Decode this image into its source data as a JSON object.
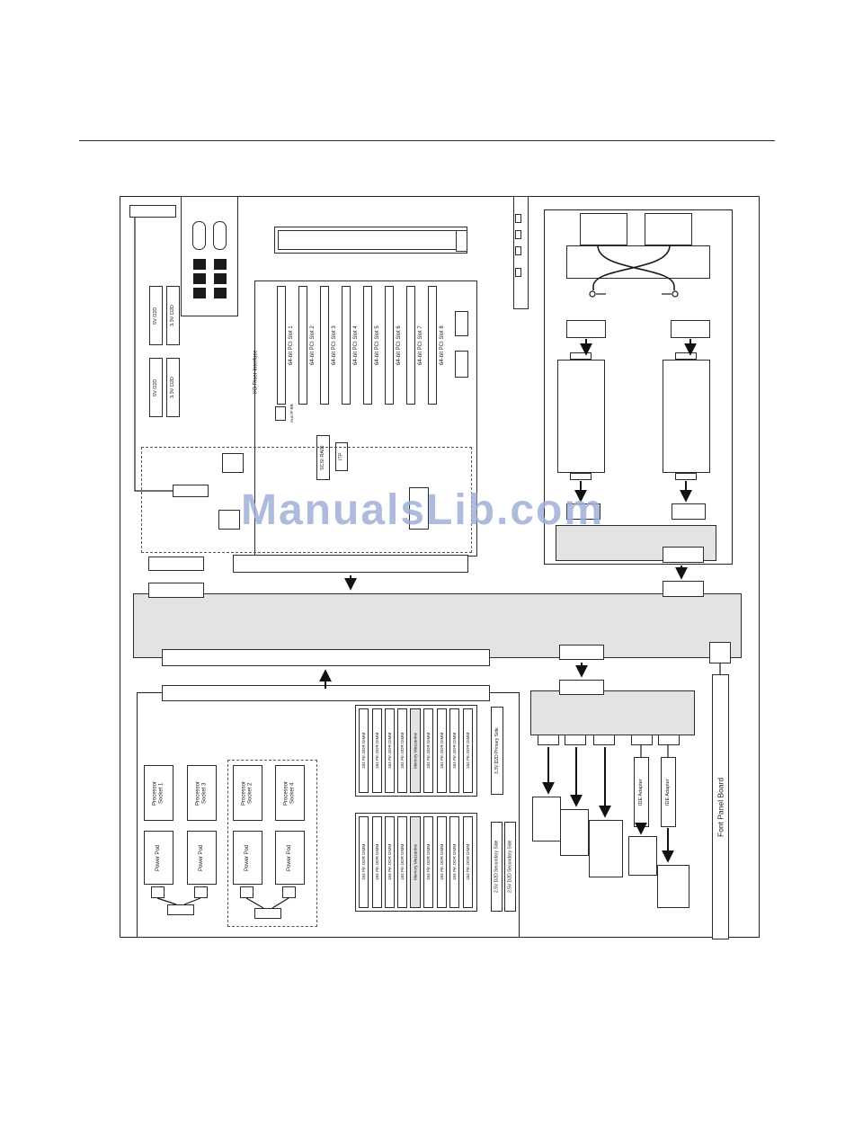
{
  "page": {
    "watermark": "ManualsLib.com"
  },
  "left_board": {
    "d2d": [
      "5V D2D",
      "3.3V D2D",
      "5V D2D",
      "3.3V D2D"
    ],
    "io_riser_label": "I/O Riser Interface",
    "aux_label": "Aux IF BB",
    "pci_slots": [
      "64-bit PCI Slot 1",
      "64-bit PCI Slot 2",
      "64-bit PCI Slot 3",
      "64-bit PCI Slot 4",
      "64-bit PCI Slot 5",
      "64-bit PCI Slot 6",
      "64-bit PCI Slot 7",
      "64-bit PCI Slot 8"
    ],
    "scsi_raid_label": "SCSI RAID",
    "itp_label": "ITP"
  },
  "processor_board": {
    "sockets": [
      "Processor\nSocket 1",
      "Processor\nSocket 3",
      "Processor\nSocket 2",
      "Processor\nSocket 4"
    ],
    "power_pod_label": "Power Pod",
    "dimm_label": "184 Pin DDR DIMM",
    "mezzanine_label": "Memory Mezzanine",
    "primary_side_label": "3.3V D2D  Primary Side",
    "secondary_side_label": "2.5V D2D  Secondary Side"
  },
  "io_board": {
    "ide_adapter_label": "IDE Adapter"
  },
  "front_panel": {
    "label": "Font Panel Board"
  }
}
